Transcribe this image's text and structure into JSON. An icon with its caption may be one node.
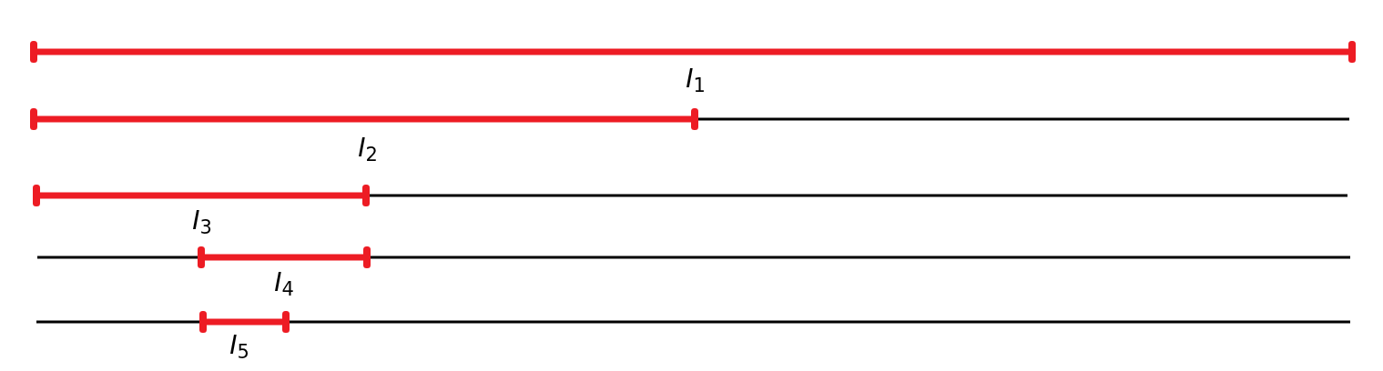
{
  "diagram": {
    "labels": [
      "*I*$_{1}$",
      "*I*$_{2}$",
      "*I*$_{3}$",
      "*I*$_{4}$",
      "*I*$_{5}$"
    ]
  }
}
